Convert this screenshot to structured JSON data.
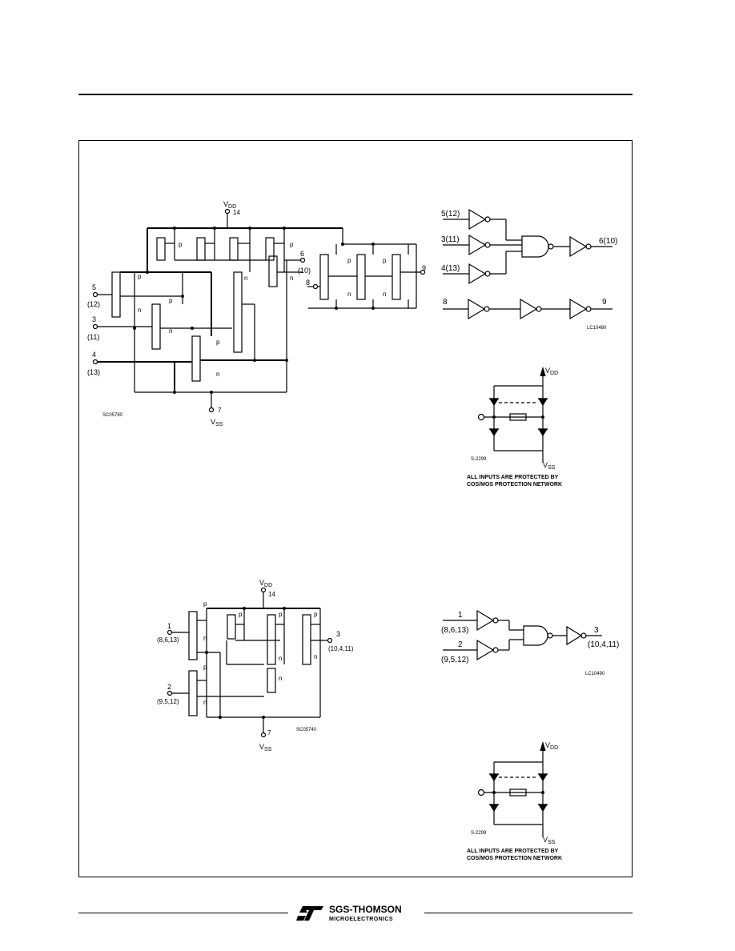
{
  "diagram1": {
    "vdd": "V",
    "vdd_sub": "DD",
    "vdd_pin": "14",
    "vss": "V",
    "vss_sub": "SS",
    "vss_pin": "7",
    "in5": "5",
    "in5_alt": "(12)",
    "in3": "3",
    "in3_alt": "(11)",
    "in4": "4",
    "in4_alt": "(13)",
    "out6": "6",
    "out6_alt": "(10)",
    "in8": "8",
    "out9": "9",
    "code": "SC05780",
    "p": "p",
    "n": "n"
  },
  "logic1": {
    "in_a": "5(12)",
    "in_b": "3(11)",
    "in_c": "4(13)",
    "out": "6(10)",
    "in8": "8",
    "out9": "9",
    "code": "LC10480"
  },
  "protection1": {
    "vdd": "V",
    "vdd_sub": "DD",
    "vss": "V",
    "vss_sub": "SS",
    "code": "S-2299",
    "note1": "ALL  INPUTS  ARE  PROTECTED  BY",
    "note2": "COS/MOS  PROTECTION  NETWORK"
  },
  "diagram2": {
    "vdd": "V",
    "vdd_sub": "DD",
    "vdd_pin": "14",
    "vss": "V",
    "vss_sub": "SS",
    "vss_pin": "7",
    "in1": "1",
    "in1_alt": "(8,6,13)",
    "in2": "2",
    "in2_alt": "(9,5,12)",
    "out3": "3",
    "out3_alt": "(10,4,11)",
    "code": "SC05740",
    "p": "p",
    "n": "n"
  },
  "logic2": {
    "in_a": "1",
    "in_a_alt": "(8,6,13)",
    "in_b": "2",
    "in_b_alt": "(9,5,12)",
    "out": "3",
    "out_alt": "(10,4,11)",
    "code": "LC10490"
  },
  "protection2": {
    "vdd": "V",
    "vdd_sub": "DD",
    "vss": "V",
    "vss_sub": "SS",
    "code": "S-2299",
    "note1": "ALL  INPUTS  ARE  PROTECTED  BY",
    "note2": "COS/MOS  PROTECTION  NETWORK"
  },
  "footer": {
    "brand": "SGS-THOMSON",
    "sub": "MICROELECTRONICS"
  }
}
